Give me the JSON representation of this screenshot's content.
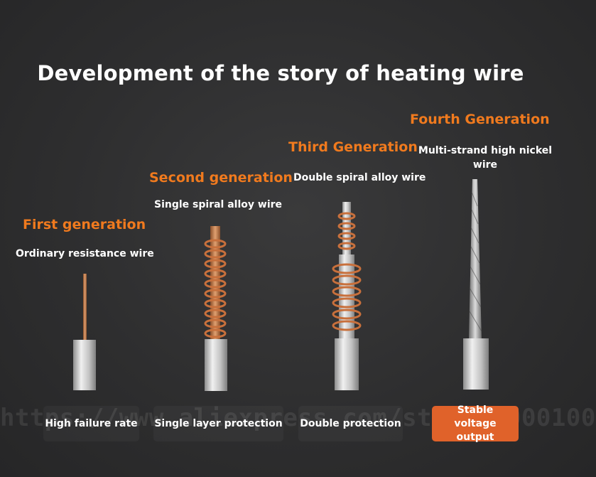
{
  "title": "Development of the story of heating wire",
  "watermark": "https://www.aliexpress.com/store/1000100",
  "colors": {
    "accent": "#f07a1e",
    "badge_highlight": "#e0622a",
    "copper": "#c97a45",
    "silver": "#c8c8c8"
  },
  "generations": [
    {
      "name": "First generation",
      "wire": "Ordinary resistance wire",
      "badge": "High failure rate",
      "highlight": false
    },
    {
      "name": "Second generation",
      "wire": "Single spiral alloy wire",
      "badge": "Single layer protection",
      "highlight": false
    },
    {
      "name": "Third Generation",
      "wire": "Double spiral alloy wire",
      "badge": "Double protection",
      "highlight": false
    },
    {
      "name": "Fourth Generation",
      "wire": "Multi-strand high nickel wire",
      "badge": "Stable voltage output",
      "highlight": true
    }
  ]
}
